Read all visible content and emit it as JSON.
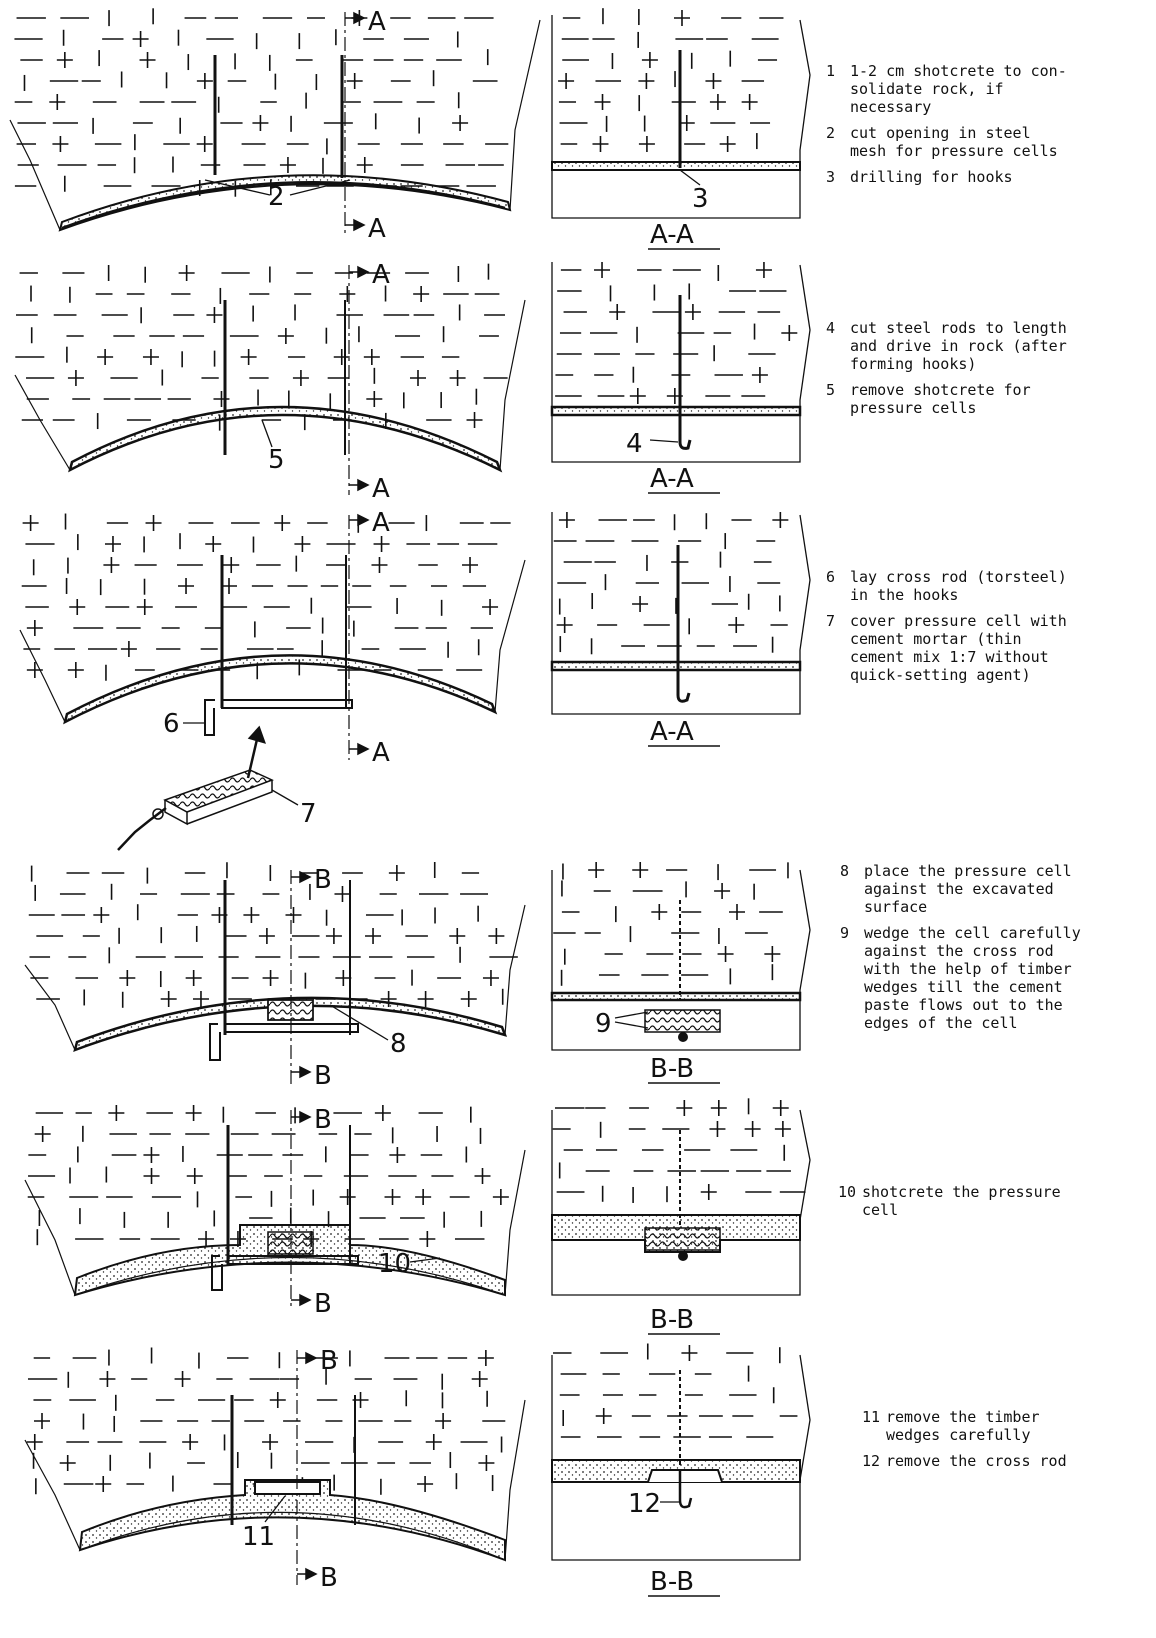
{
  "panels": [
    {
      "section_top": "A",
      "section_bottom": "A",
      "section_title": "A-A",
      "left_callouts": [
        "2"
      ],
      "right_callouts": [
        "3"
      ],
      "notes": [
        {
          "num": "1",
          "text": "1-2 cm shotcrete to con-\nsolidate rock, if\nnecessary"
        },
        {
          "num": "2",
          "text": "cut opening in steel\nmesh for pressure cells"
        },
        {
          "num": "3",
          "text": "drilling for hooks"
        }
      ]
    },
    {
      "section_top": "A",
      "section_bottom": "A",
      "section_title": "A-A",
      "left_callouts": [
        "5"
      ],
      "right_callouts": [
        "4"
      ],
      "notes": [
        {
          "num": "4",
          "text": "cut steel rods to length\nand drive in rock (after\nforming hooks)"
        },
        {
          "num": "5",
          "text": "remove shotcrete for\npressure cells"
        }
      ]
    },
    {
      "section_top": "A",
      "section_bottom": "A",
      "section_title": "A-A",
      "left_callouts": [
        "6",
        "7"
      ],
      "right_callouts": [],
      "notes": [
        {
          "num": "6",
          "text": "lay cross rod (torsteel)\nin the hooks"
        },
        {
          "num": "7",
          "text": "cover pressure cell with\ncement mortar (thin\ncement mix 1:7 without\nquick-setting agent)"
        }
      ]
    },
    {
      "section_top": "B",
      "section_bottom": "B",
      "section_title": "B-B",
      "left_callouts": [
        "8"
      ],
      "right_callouts": [
        "9"
      ],
      "notes": [
        {
          "num": "8",
          "text": "place the pressure cell\nagainst the excavated\nsurface"
        },
        {
          "num": "9",
          "text": "wedge the cell carefully\nagainst the cross rod\nwith the help of timber\nwedges till the cement\npaste flows out to the\nedges of the cell"
        }
      ]
    },
    {
      "section_top": "B",
      "section_bottom": "B",
      "section_title": "B-B",
      "left_callouts": [
        "10"
      ],
      "right_callouts": [],
      "notes": [
        {
          "num": "10",
          "text": "shotcrete the pressure\ncell"
        }
      ]
    },
    {
      "section_top": "B",
      "section_bottom": "B",
      "section_title": "B-B",
      "left_callouts": [
        "11"
      ],
      "right_callouts": [
        "12"
      ],
      "notes": [
        {
          "num": "11",
          "text": "remove the timber\nwedges carefully"
        },
        {
          "num": "12",
          "text": "remove the cross rod"
        }
      ]
    }
  ]
}
